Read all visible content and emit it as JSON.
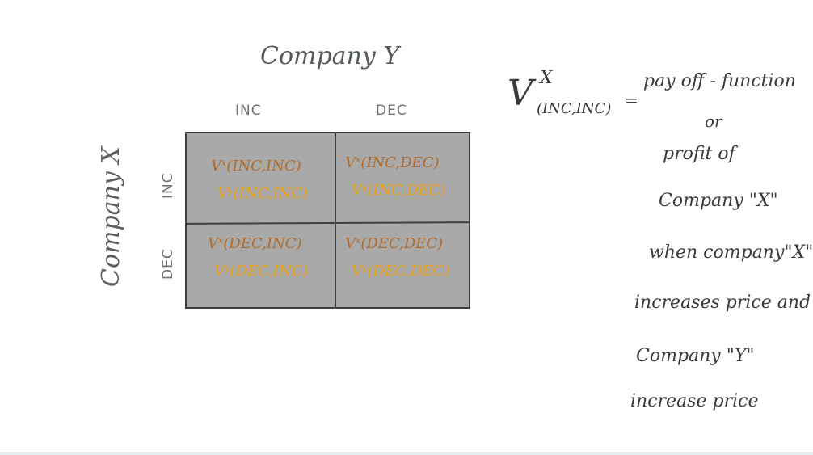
{
  "colors": {
    "matrix_fill": "#a9a9a9",
    "matrix_border": "#3f3f3f",
    "payoff_x": "#b26a2a",
    "payoff_y": "#e8a016",
    "label_grey": "#6e7272"
  },
  "diagram": {
    "title_y": "Company Y",
    "title_x": "Company X",
    "col_labels": [
      "INC",
      "DEC"
    ],
    "row_labels": [
      "INC",
      "DEC"
    ],
    "cells": [
      {
        "px": "Vˣ(INC,INC)",
        "py": "Vʸ(INC,INC)"
      },
      {
        "px": "Vˣ(INC,DEC)",
        "py": "Vʸ(INC,DEC)"
      },
      {
        "px": "Vˣ(DEC,INC)",
        "py": "Vʸ(DEC,INC)"
      },
      {
        "px": "Vˣ(DEC,DEC)",
        "py": "Vʸ(DEC,DEC)"
      }
    ]
  },
  "notes": {
    "formula_v": "V",
    "formula_sup": "X",
    "formula_sub": "(INC,INC)",
    "formula_eq": "=",
    "formula_def": "pay off - function",
    "lines": [
      "or",
      "profit  of",
      "Company \"X\"",
      "when  company\"X\"",
      "increases  price and",
      "Company \"Y\"",
      "increase  price"
    ]
  }
}
